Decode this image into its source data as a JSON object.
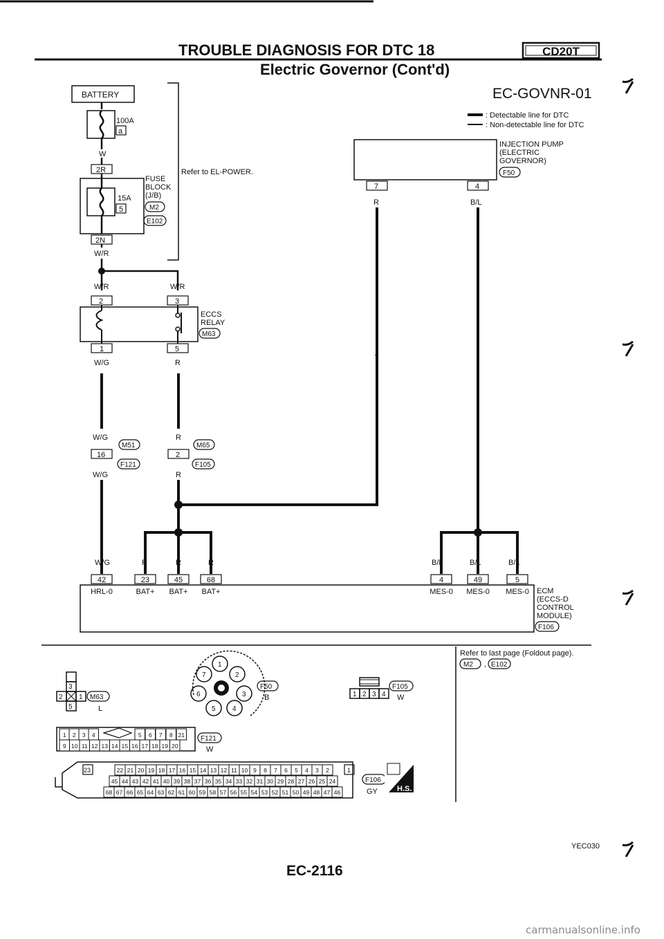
{
  "header": {
    "title": "TROUBLE DIAGNOSIS FOR DTC 18",
    "subtitle": "Electric Governor (Cont'd)",
    "engine_badge": "CD20T"
  },
  "diagram": {
    "code": "EC-GOVNR-01",
    "legend": [
      ": Detectable line for DTC",
      ": Non-detectable line for DTC"
    ],
    "battery": "BATTERY",
    "fuse_100a": "100A",
    "fuse_100a_pin": "a",
    "wire_w": "W",
    "fusible_2r": "2R",
    "fusible_2n": "2N",
    "fuse_15a": "15A",
    "fuse_15a_pin": "5",
    "fuse_block": [
      "FUSE",
      "BLOCK",
      "(J/B)"
    ],
    "fuse_block_conns": [
      "M2",
      "E102"
    ],
    "refer_el_power": "Refer to EL-POWER.",
    "wire_wr": "W/R",
    "wire_wg": "W/G",
    "wire_r": "R",
    "wire_bl": "B/L",
    "relay_label": [
      "ECCS",
      "RELAY"
    ],
    "relay_conn": "M63",
    "relay_pins": [
      "2",
      "3",
      "1",
      "5"
    ],
    "joint_left": {
      "pin": "16",
      "conn_top": "M51",
      "conn_bot": "F121"
    },
    "joint_right": {
      "pin": "2",
      "conn_top": "M65",
      "conn_bot": "F105"
    },
    "pump_label": [
      "INJECTION PUMP",
      "(ELECTRIC",
      "GOVERNOR)"
    ],
    "pump_conn": "F50",
    "pump_pins": [
      "7",
      "4"
    ],
    "ecm_pins": [
      "42",
      "23",
      "45",
      "68",
      "4",
      "49",
      "5"
    ],
    "ecm_pin_names": [
      "HRL-0",
      "BAT+",
      "BAT+",
      "BAT+",
      "MES-0",
      "MES-0",
      "MES-0"
    ],
    "ecm_label": [
      "ECM",
      "(ECCS-D",
      "CONTROL",
      "MODULE)"
    ],
    "ecm_conn": "F106"
  },
  "connectors": {
    "refer_note": "Refer to last page (Foldout page).",
    "refer_conns": [
      "M2",
      "E102"
    ],
    "m63": {
      "code": "M63",
      "color": "L",
      "pins": [
        "3",
        "2",
        "1",
        "5"
      ]
    },
    "f50": {
      "code": "F50",
      "color": "B",
      "pins": [
        "1",
        "2",
        "3",
        "4",
        "5",
        "6",
        "7"
      ]
    },
    "f105": {
      "code": "F105",
      "color": "W",
      "pins": [
        "1",
        "2",
        "3",
        "4"
      ]
    },
    "f121": {
      "code": "F121",
      "color": "W",
      "row1": [
        "1",
        "2",
        "3",
        "4",
        "5",
        "6",
        "7",
        "8",
        "21"
      ],
      "row2": [
        "9",
        "10",
        "11",
        "12",
        "13",
        "14",
        "15",
        "16",
        "17",
        "18",
        "19",
        "20"
      ]
    },
    "f106": {
      "code": "F106",
      "color": "GY",
      "single_left": "23",
      "single_right": "1",
      "row1": [
        "22",
        "21",
        "20",
        "19",
        "18",
        "17",
        "16",
        "15",
        "14",
        "13",
        "12",
        "11",
        "10",
        "9",
        "8",
        "7",
        "6",
        "5",
        "4",
        "3",
        "2"
      ],
      "row2": [
        "45",
        "44",
        "43",
        "42",
        "41",
        "40",
        "39",
        "38",
        "37",
        "36",
        "35",
        "34",
        "33",
        "32",
        "31",
        "30",
        "29",
        "28",
        "27",
        "26",
        "25",
        "24"
      ],
      "row3": [
        "68",
        "67",
        "66",
        "65",
        "64",
        "63",
        "62",
        "61",
        "60",
        "59",
        "58",
        "57",
        "56",
        "55",
        "54",
        "53",
        "52",
        "51",
        "50",
        "49",
        "48",
        "47",
        "46"
      ]
    },
    "hs_badge": "H.S."
  },
  "footer": {
    "figure_code": "YEC030",
    "page_number": "EC-2116",
    "watermark": "carmanualsonline.info"
  }
}
